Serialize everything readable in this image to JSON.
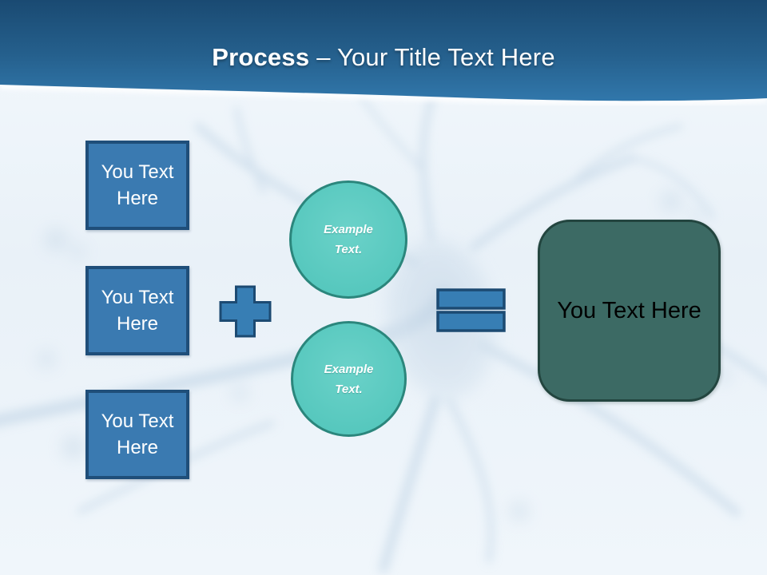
{
  "slide": {
    "header": {
      "title_bold": "Process",
      "title_rest": "– Your Title Text Here"
    },
    "process": {
      "inputs": [
        {
          "label": "You Text Here"
        },
        {
          "label": "You Text Here"
        },
        {
          "label": "You Text Here"
        }
      ],
      "example_circles": [
        {
          "label": "Example Text."
        },
        {
          "label": "Example Text."
        }
      ],
      "result": {
        "label": "You Text Here"
      },
      "operator_icons": [
        "plus-icon",
        "equals-icon"
      ]
    },
    "colors": {
      "header_gradient_top": "#1a4a72",
      "header_gradient_bottom": "#3177ab",
      "title_text": "#ffffff",
      "input_box_fill": "#3a7ab1",
      "input_box_border": "#1f4e79",
      "operator_fill": "#377eb4",
      "operator_border": "#1c4a72",
      "circle_fill": "#57c8be",
      "circle_border": "#2b867c",
      "result_fill": "#3c6a64",
      "result_border": "#23453f",
      "result_text": "#000000",
      "background_tint": "#edf4fa"
    }
  }
}
